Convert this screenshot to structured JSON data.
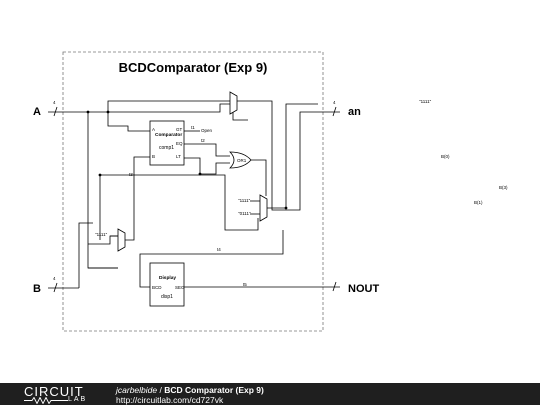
{
  "diagram": {
    "title": "BCDComparator (Exp 9)",
    "ports": {
      "A": "A",
      "B": "B",
      "an": "an",
      "NOUT": "NOUT",
      "A_bus": "4",
      "B_bus": "4",
      "an_bus": "4"
    },
    "comparator": {
      "name": "Comparator",
      "ref": "comp1",
      "pin_gt": "GT",
      "pin_eq": "EQ",
      "pin_lt": "LT",
      "pin_a": "A",
      "pin_b": "B",
      "open_label": "Open"
    },
    "or_gate": {
      "ref": "OR1"
    },
    "display": {
      "name": "Display",
      "ref": "disp1",
      "pin_bcd": "BCD",
      "pin_seg": "SEG"
    },
    "constants": {
      "c1111_top": "\"1111\"",
      "c0111": "\"0111\"",
      "c1111_b": "\"1111\"",
      "c1111_far": "\"1111\""
    },
    "nets": {
      "t1": "t1",
      "t2": "t2",
      "t3": "t3",
      "t4": "t4",
      "t5": "t5"
    },
    "floating": {
      "b0": "B(0)",
      "b3": "B(3)",
      "b1": "B(1)"
    }
  },
  "footer": {
    "logo_top": "CIRCUIT",
    "logo_bottom": "LAB",
    "author": "jcarbelbide",
    "separator": " / ",
    "project": "BCD Comparator (Exp 9)",
    "url": "http://circuitlab.com/cd727vk"
  }
}
